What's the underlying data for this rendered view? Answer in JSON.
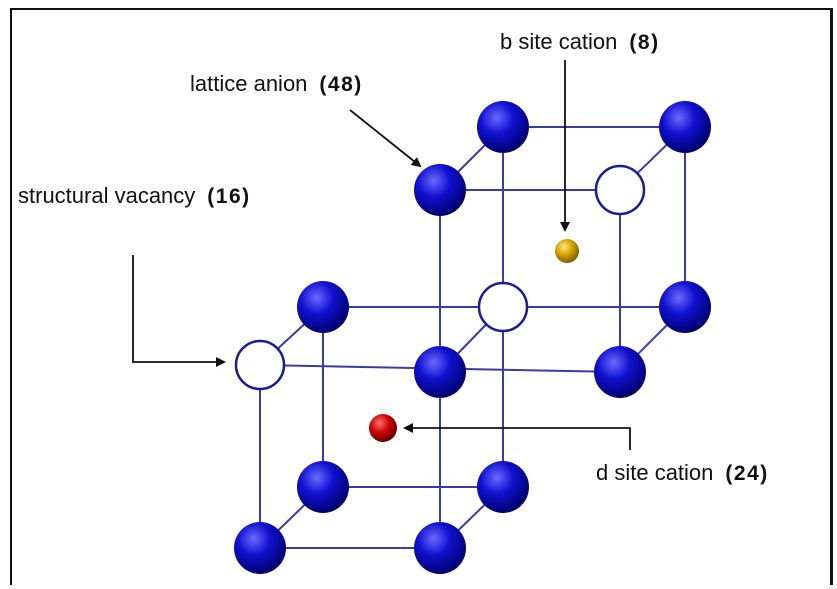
{
  "labels": {
    "lattice_anion": {
      "text": "lattice anion",
      "count": "(48)"
    },
    "b_site": {
      "text": "b site cation",
      "count": "(8)"
    },
    "vacancy": {
      "text": "structural vacancy",
      "count": "(16)"
    },
    "d_site": {
      "text": "d site cation",
      "count": "(24)"
    }
  },
  "colors": {
    "anion": "#0a0ab8",
    "vacancy": "#ffffff",
    "b_site_cation": "#c89a00",
    "d_site_cation": "#c00000",
    "bonds": "#3b3ba8",
    "arrows": "#111111"
  }
}
